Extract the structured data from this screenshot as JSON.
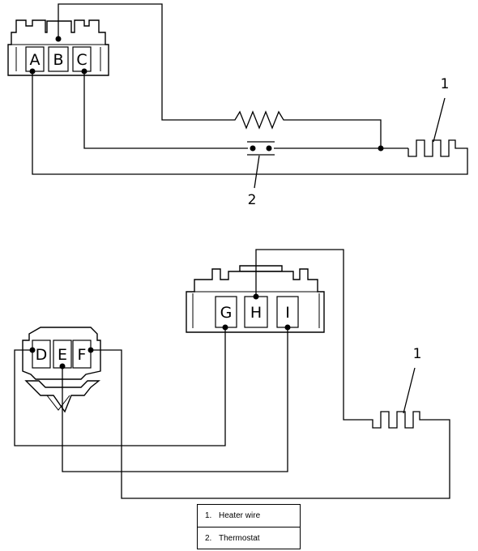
{
  "top_connector": {
    "pins": [
      "A",
      "B",
      "C"
    ]
  },
  "bottom_left_connector": {
    "pins": [
      "D",
      "E",
      "F"
    ]
  },
  "bottom_right_connector": {
    "pins": [
      "G",
      "H",
      "I"
    ]
  },
  "callouts": {
    "heater_top": "1",
    "thermostat": "2",
    "heater_bottom": "1"
  },
  "legend": [
    {
      "number": "1.",
      "label": "Heater wire"
    },
    {
      "number": "2.",
      "label": "Thermostat"
    }
  ]
}
